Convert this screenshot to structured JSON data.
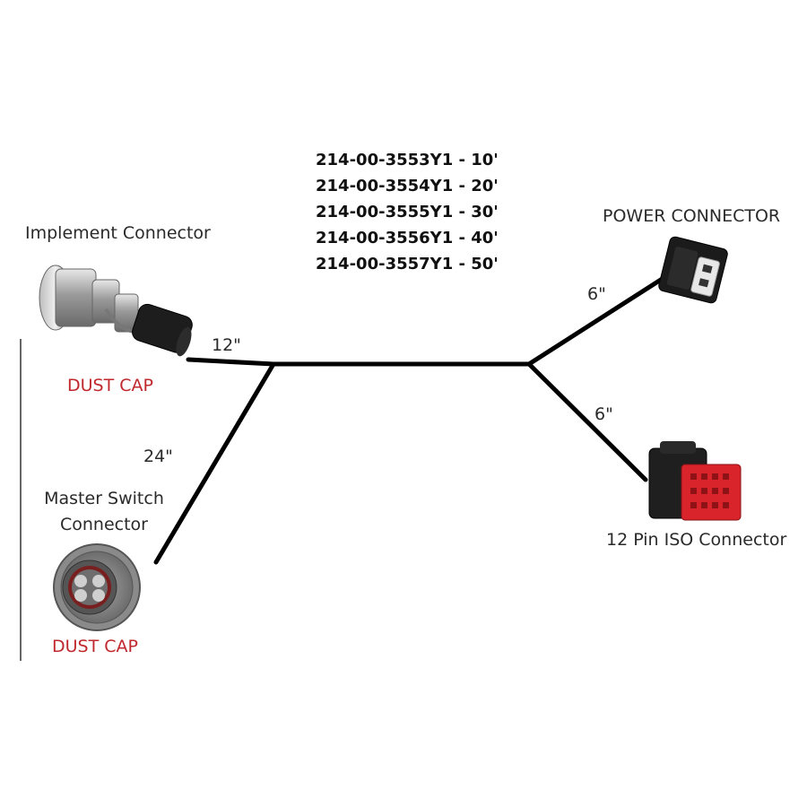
{
  "part_numbers": [
    "214-00-3553Y1 - 10'",
    "214-00-3554Y1 - 20'",
    "214-00-3555Y1 - 30'",
    "214-00-3556Y1 - 40'",
    "214-00-3557Y1 - 50'"
  ],
  "labels": {
    "implement_connector": "Implement Connector",
    "dust_cap_top": "DUST CAP",
    "master_switch_line1": "Master Switch",
    "master_switch_line2": "Connector",
    "dust_cap_bottom": "DUST CAP",
    "power_connector": "POWER CONNECTOR",
    "iso_connector": "12 Pin ISO Connector"
  },
  "lengths": {
    "implement": "12\"",
    "master_switch": "24\"",
    "power": "6\"",
    "iso": "6\""
  },
  "colors": {
    "cable": "#000000",
    "dust_cap_text": "#c0282d",
    "iso_connector_body": "#d8242a"
  }
}
